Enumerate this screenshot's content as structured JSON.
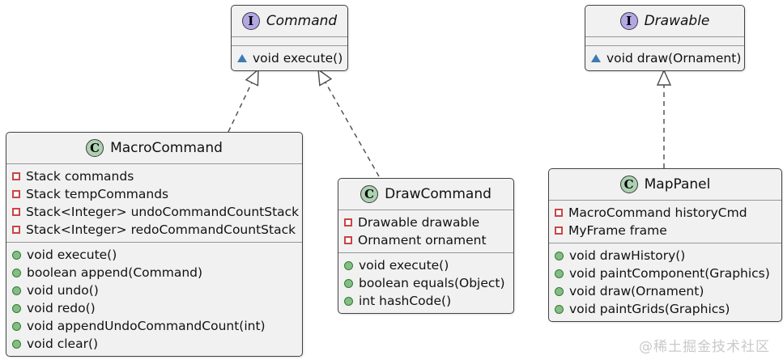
{
  "watermark": "@稀土掘金技术社区",
  "colors": {
    "box_bg": "#F1F1F1",
    "box_border": "#424242",
    "separator": "#979797",
    "interface_badge_bg": "#B4A7E5",
    "class_badge_bg": "#ADD1B2",
    "field_icon_border": "#C84545",
    "method_icon_fill": "#86BC86",
    "method_icon_border": "#2F7D32",
    "abstract_method_icon": "#3C7CB4",
    "arrow": "#4A4A4A",
    "watermark_color": "#C9C9C9"
  },
  "classes": [
    {
      "id": "command",
      "kind": "interface",
      "badge_letter": "I",
      "name": "Command",
      "fields": [],
      "methods": [
        {
          "icon": "abstract-method",
          "text": "void execute()"
        }
      ]
    },
    {
      "id": "drawable",
      "kind": "interface",
      "badge_letter": "I",
      "name": "Drawable",
      "fields": [],
      "methods": [
        {
          "icon": "abstract-method",
          "text": "void draw(Ornament)"
        }
      ]
    },
    {
      "id": "macro-command",
      "kind": "class",
      "badge_letter": "C",
      "name": "MacroCommand",
      "fields": [
        {
          "icon": "field",
          "text": "Stack commands"
        },
        {
          "icon": "field",
          "text": "Stack tempCommands"
        },
        {
          "icon": "field",
          "text": "Stack<Integer> undoCommandCountStack"
        },
        {
          "icon": "field",
          "text": "Stack<Integer> redoCommandCountStack"
        }
      ],
      "methods": [
        {
          "icon": "method",
          "text": "void execute()"
        },
        {
          "icon": "method",
          "text": "boolean append(Command)"
        },
        {
          "icon": "method",
          "text": "void undo()"
        },
        {
          "icon": "method",
          "text": "void redo()"
        },
        {
          "icon": "method",
          "text": "void appendUndoCommandCount(int)"
        },
        {
          "icon": "method",
          "text": "void clear()"
        }
      ]
    },
    {
      "id": "draw-command",
      "kind": "class",
      "badge_letter": "C",
      "name": "DrawCommand",
      "fields": [
        {
          "icon": "field",
          "text": "Drawable drawable"
        },
        {
          "icon": "field",
          "text": "Ornament ornament"
        }
      ],
      "methods": [
        {
          "icon": "method",
          "text": "void execute()"
        },
        {
          "icon": "method",
          "text": "boolean equals(Object)"
        },
        {
          "icon": "method",
          "text": "int hashCode()"
        }
      ]
    },
    {
      "id": "map-panel",
      "kind": "class",
      "badge_letter": "C",
      "name": "MapPanel",
      "fields": [
        {
          "icon": "field",
          "text": "MacroCommand historyCmd"
        },
        {
          "icon": "field",
          "text": "MyFrame frame"
        }
      ],
      "methods": [
        {
          "icon": "method",
          "text": "void drawHistory()"
        },
        {
          "icon": "method",
          "text": "void paintComponent(Graphics)"
        },
        {
          "icon": "method",
          "text": "void draw(Ornament)"
        },
        {
          "icon": "method",
          "text": "void paintGrids(Graphics)"
        }
      ]
    }
  ],
  "relationships": [
    {
      "from": "MacroCommand",
      "to": "Command",
      "type": "realization"
    },
    {
      "from": "DrawCommand",
      "to": "Command",
      "type": "realization"
    },
    {
      "from": "MapPanel",
      "to": "Drawable",
      "type": "realization"
    }
  ]
}
